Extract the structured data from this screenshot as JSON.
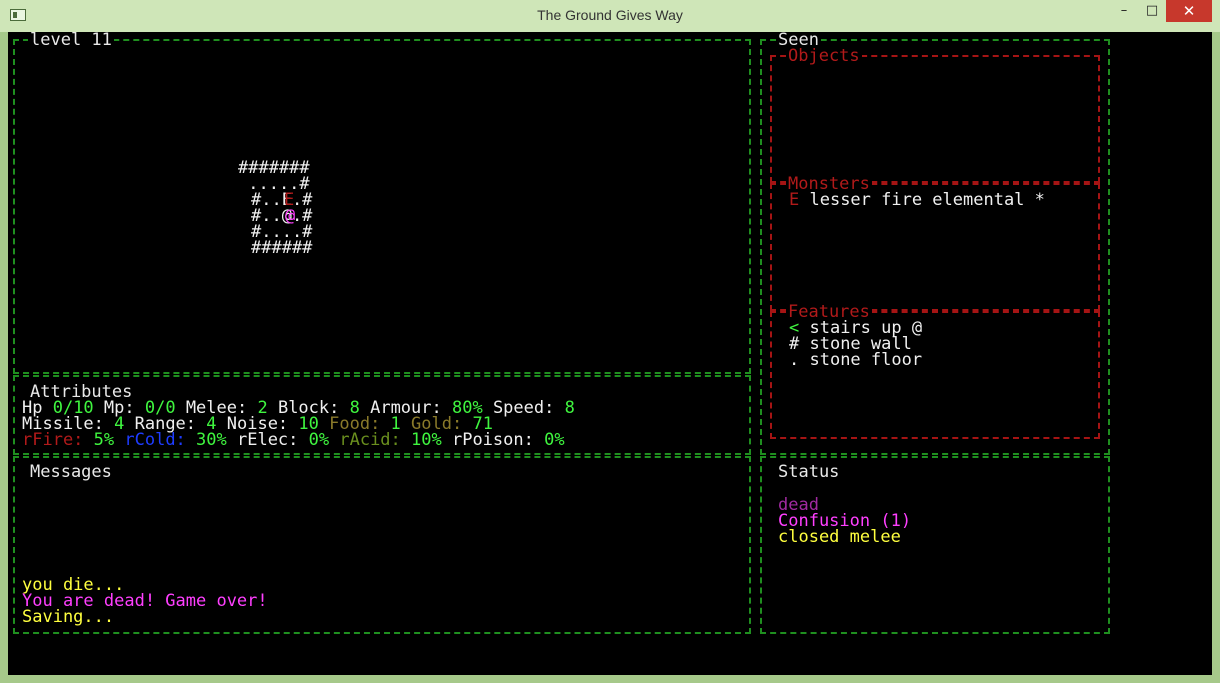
{
  "window": {
    "title": "The Ground Gives Way",
    "min": "–",
    "max": "□",
    "close": "✕"
  },
  "map": {
    "label": "level 11",
    "rows": [
      "#######",
      " .....#",
      "#..E.#",
      "#..@.#",
      "#....#",
      "######"
    ],
    "monster_glyph": "E",
    "player_glyph": "@"
  },
  "attributes": {
    "label": "Attributes",
    "hp_label": "Hp ",
    "hp": "0/10",
    "mp_label": " Mp: ",
    "mp": "0/0",
    "melee_label": " Melee: ",
    "melee": "2",
    "block_label": " Block: ",
    "block": "8",
    "armour_label": " Armour: ",
    "armour": "80%",
    "speed_label": " Speed: ",
    "speed": "8",
    "missile_label": "Missile: ",
    "missile": "4",
    "range_label": " Range: ",
    "range": "4",
    "noise_label": " Noise: ",
    "noise": "10",
    "food_label": " Food: ",
    "food": "1",
    "gold_label": " Gold: ",
    "gold": "71",
    "rfire_label": "rFire: ",
    "rfire": "5%",
    "rcold_label": " rCold: ",
    "rcold": "30%",
    "relec_label": " rElec: ",
    "relec": "0%",
    "racid_label": " rAcid: ",
    "racid": "10%",
    "rpoison_label": " rPoison: ",
    "rpoison": "0%"
  },
  "messages": {
    "label": "Messages",
    "lines": [
      "you die...",
      "You are dead! Game over!",
      "Saving..."
    ]
  },
  "seen": {
    "label": "Seen",
    "objects_label": "Objects",
    "monsters_label": "Monsters",
    "monsters": [
      {
        "glyph": "E",
        "name": " lesser fire elemental",
        "mark": "*"
      }
    ],
    "features_label": "Features",
    "features": [
      {
        "glyph": "<",
        "name": " stairs up",
        "mark": "@"
      },
      {
        "glyph": "#",
        "name": " stone wall",
        "mark": ""
      },
      {
        "glyph": ".",
        "name": " stone floor",
        "mark": ""
      }
    ]
  },
  "status": {
    "label": "Status",
    "lines": [
      "dead",
      "Confusion (1)",
      "closed melee"
    ]
  },
  "colors": {
    "border": "#1f8f1f",
    "seen_border": "#a51414",
    "value": "#3ff53f"
  }
}
